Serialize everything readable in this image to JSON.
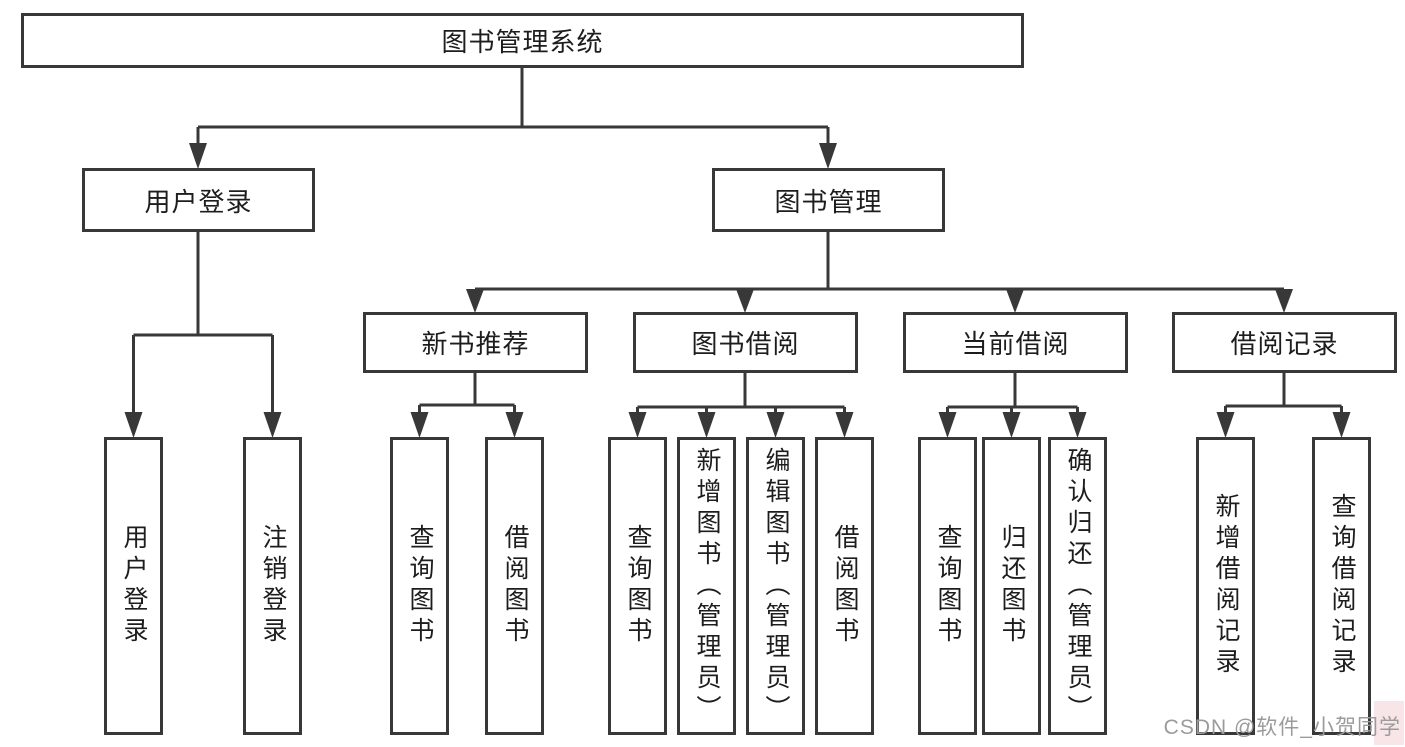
{
  "tree": {
    "label": "图书管理系统",
    "children": [
      {
        "label": "用户登录",
        "children": [
          {
            "label": "用户登录"
          },
          {
            "label": "注销登录"
          }
        ]
      },
      {
        "label": "图书管理",
        "children": [
          {
            "label": "新书推荐",
            "children": [
              {
                "label": "查询图书"
              },
              {
                "label": "借阅图书"
              }
            ]
          },
          {
            "label": "图书借阅",
            "children": [
              {
                "label": "查询图书"
              },
              {
                "label": "新增图书（管理员）"
              },
              {
                "label": "编辑图书（管理员）"
              },
              {
                "label": "借阅图书"
              }
            ]
          },
          {
            "label": "当前借阅",
            "children": [
              {
                "label": "查询图书"
              },
              {
                "label": "归还图书"
              },
              {
                "label": "确认归还（管理员）"
              }
            ]
          },
          {
            "label": "借阅记录",
            "children": [
              {
                "label": "新增借阅记录"
              },
              {
                "label": "查询借阅记录"
              }
            ]
          }
        ]
      }
    ]
  },
  "watermark": {
    "text": "CSDN @软件_小贺同学"
  },
  "colors": {
    "line": "#383838",
    "text": "#1d1d1d",
    "watermark": "#9b9b9b",
    "background": "#ffffff"
  }
}
